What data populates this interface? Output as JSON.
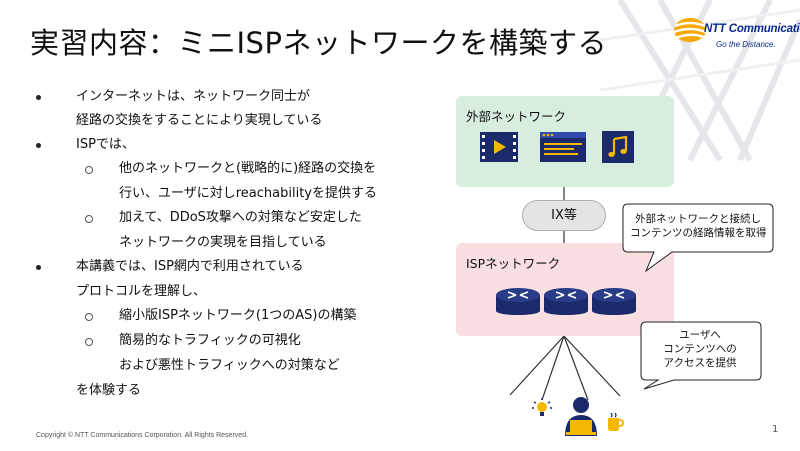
{
  "slide": {
    "title": "実習内容：ミニISPネットワークを構築する",
    "logo": {
      "brand": "NTT Communications",
      "tagline": "Go the Distance."
    },
    "bullets": [
      {
        "level": 1,
        "lines": [
          "インターネットは、ネットワーク同士が",
          "経路の交換をすることにより実現している"
        ]
      },
      {
        "level": 1,
        "lines": [
          "ISPでは、"
        ]
      },
      {
        "level": 2,
        "lines": [
          "他のネットワークと(戦略的に)経路の交換を",
          "行い、ユーザに対しreachabilityを提供する"
        ]
      },
      {
        "level": 2,
        "lines": [
          "加えて、DDoS攻撃への対策など安定した",
          "ネットワークの実現を目指している"
        ]
      },
      {
        "level": 1,
        "lines": [
          "本講義では、ISP網内で利用されている",
          "プロトコルを理解し、"
        ]
      },
      {
        "level": 2,
        "lines": [
          "縮小版ISPネットワーク(1つのAS)の構築"
        ]
      },
      {
        "level": 2,
        "lines": [
          "簡易的なトラフィックの可視化",
          "および悪性トラフィックへの対策など"
        ]
      },
      {
        "level": 0,
        "lines": [
          "を体験する"
        ]
      }
    ],
    "diagram": {
      "external_network": {
        "label": "外部ネットワーク",
        "icons": [
          "video-icon",
          "web-window-icon",
          "music-icon"
        ]
      },
      "ix": {
        "label": "IX等"
      },
      "isp_network": {
        "label": "ISPネットワーク",
        "icons": [
          "router-icon",
          "router-icon",
          "router-icon"
        ]
      },
      "callout_upper": {
        "lines": [
          "外部ネットワークと接続し",
          "コンテンツの経路情報を取得"
        ]
      },
      "callout_lower": {
        "lines": [
          "ユーザへ",
          "コンテンツへの",
          "アクセスを提供"
        ]
      },
      "user_icons": [
        "lightbulb-icon",
        "user-at-laptop-icon",
        "coffee-icon"
      ]
    },
    "colors": {
      "ext_bg": "#d7eedf",
      "isp_bg": "#f9dfe2",
      "icon_navy": "#1a2a6b",
      "ix_bg": "#e4e4e4"
    },
    "footer": {
      "copyright": "Copyright © NTT Communications Corporation. All Rights Reserved.",
      "page_number": "1"
    }
  }
}
